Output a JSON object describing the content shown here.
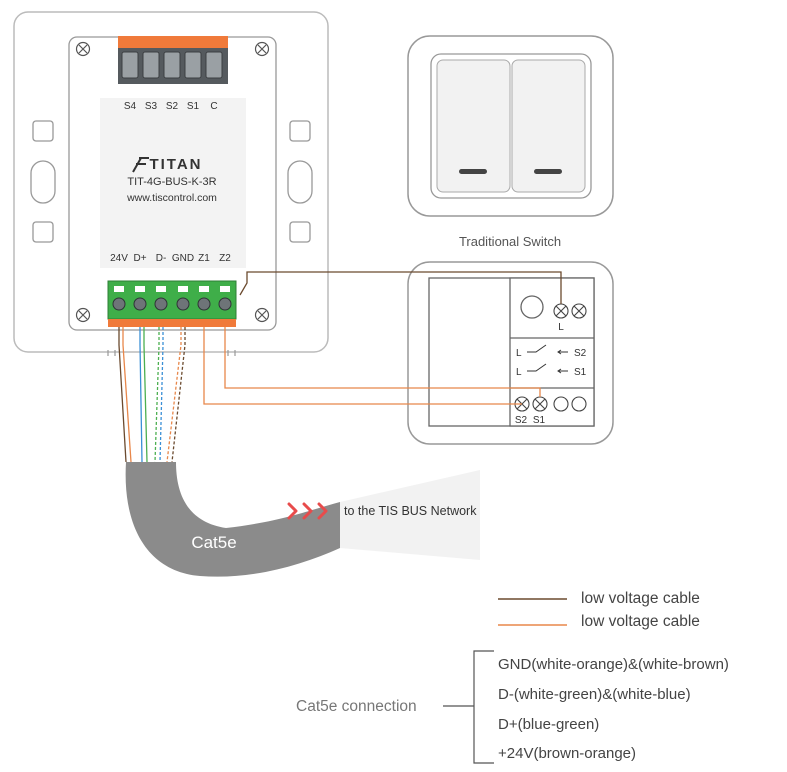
{
  "module": {
    "top_terminals": [
      "S4",
      "S3",
      "S2",
      "S1",
      "C"
    ],
    "brand": "TITAN",
    "model": "TIT-4G-BUS-K-3R",
    "website": "www.tiscontrol.com",
    "bottom_terminals": [
      "24V",
      "D+",
      "D-",
      "GND",
      "Z1",
      "Z2"
    ]
  },
  "switch": {
    "caption": "Traditional Switch",
    "terminal_L": "L",
    "contact_L1": "L",
    "contact_S2": "S2",
    "contact_L2": "L",
    "contact_S1": "S1",
    "bottom_labels": [
      "S2",
      "S1"
    ]
  },
  "cable": {
    "label": "Cat5e",
    "network_label": "to the TIS BUS Network"
  },
  "legend": {
    "items": [
      {
        "label": "low voltage cable",
        "color": "#6b4a2e"
      },
      {
        "label": "low voltage cable",
        "color": "#e8874a"
      }
    ]
  },
  "cat5e": {
    "title": "Cat5e connection",
    "items": [
      "GND(white-orange)&(white-brown)",
      "D-(white-green)&(white-blue)",
      "D+(blue-green)",
      "+24V(brown-orange)"
    ]
  },
  "colors": {
    "terminal_orange": "#f07a3a",
    "terminal_green": "#3fae49",
    "wire_brown": "#6b4a2e",
    "wire_orange": "#e8874a",
    "wire_green": "#4caf50",
    "wire_blue": "#3a8fd6",
    "arrow_red": "#e84b4b",
    "text_gray": "#555555"
  }
}
